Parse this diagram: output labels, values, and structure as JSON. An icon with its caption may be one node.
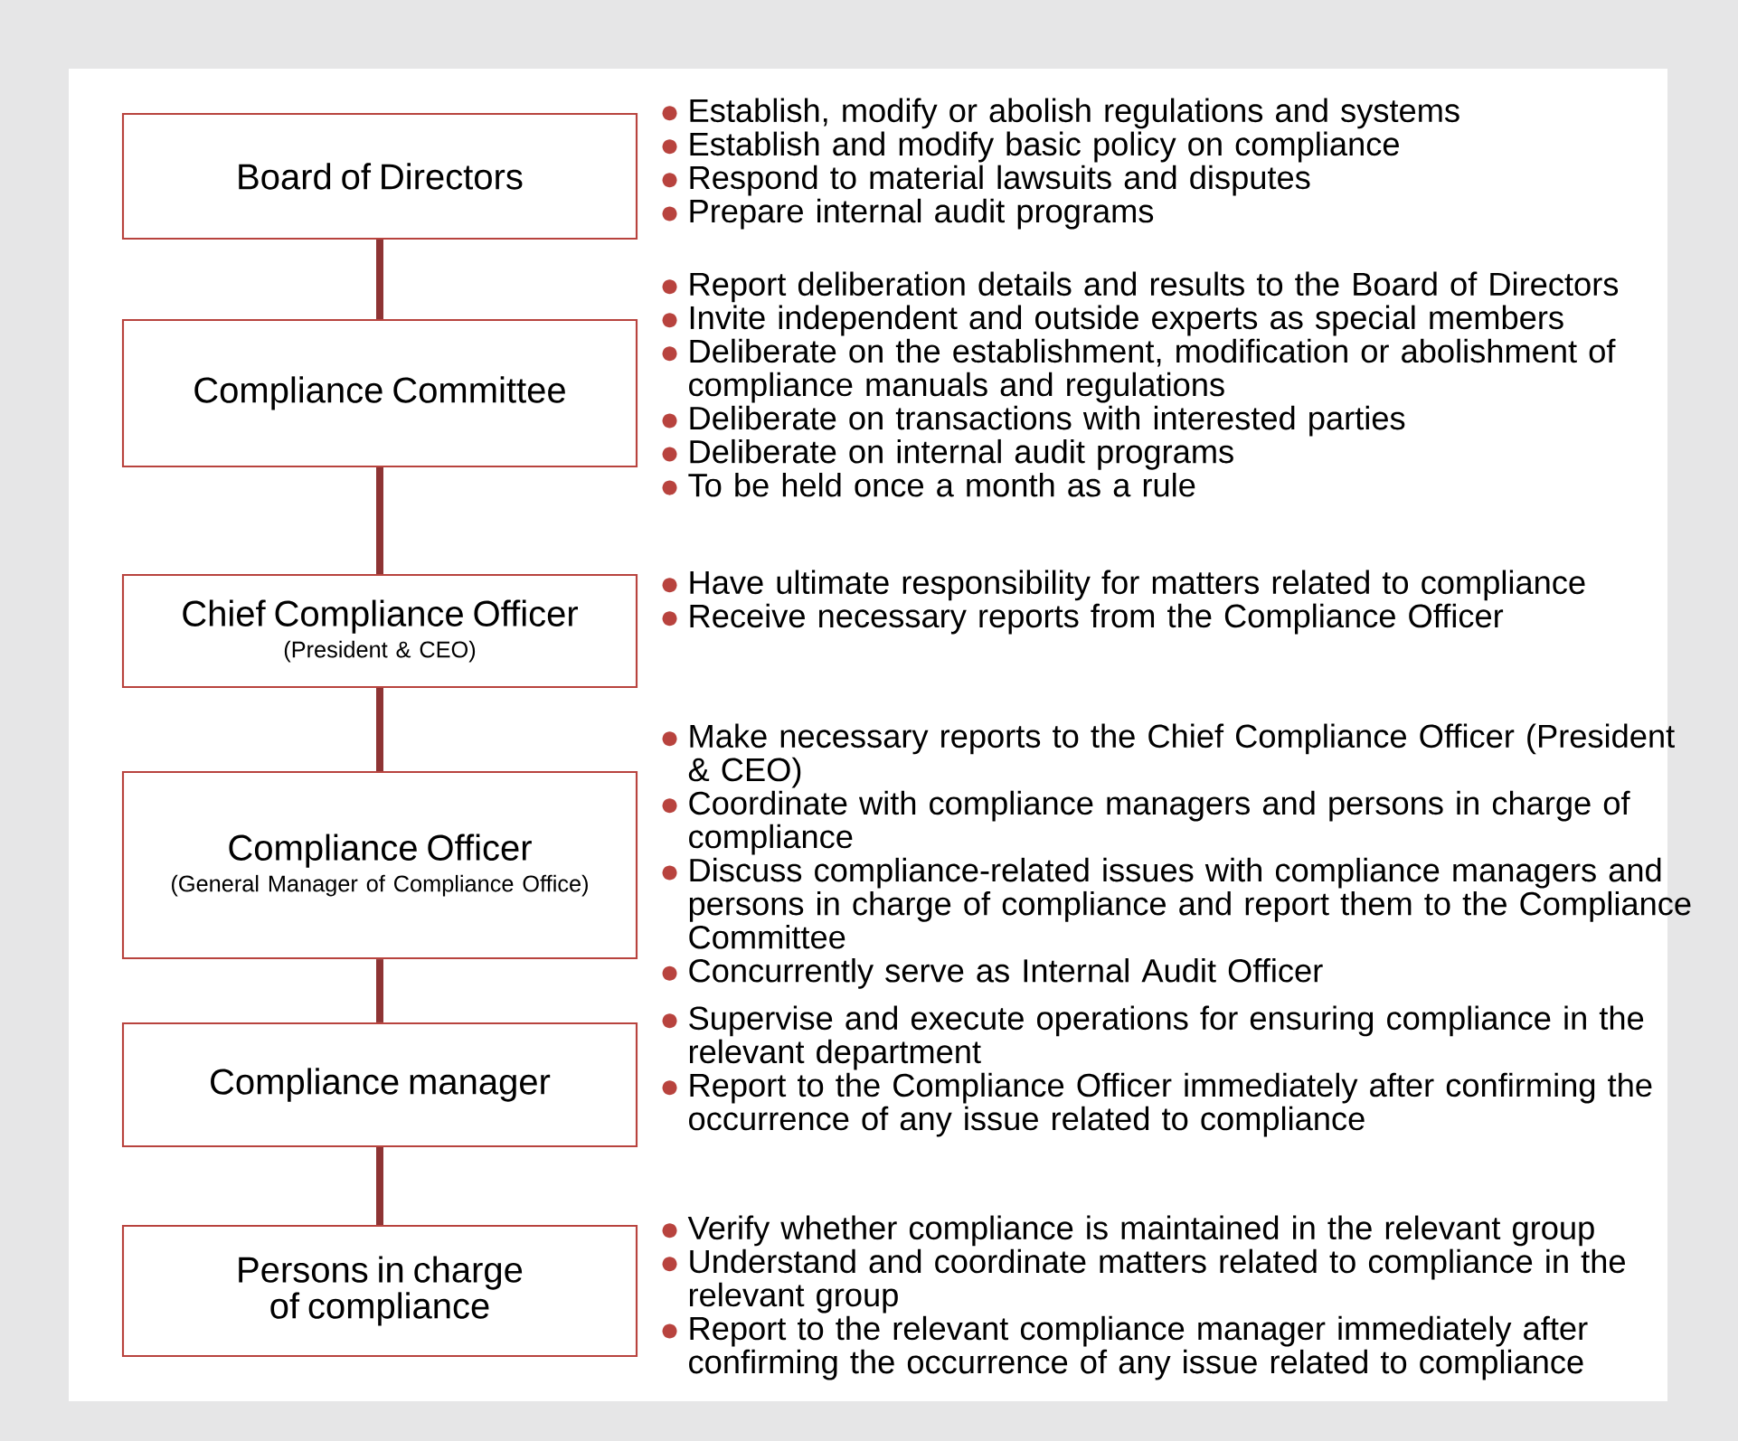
{
  "diagram": {
    "nodes": [
      {
        "text": [
          "Board of Directors"
        ],
        "beside": [
          "Establish, modify or abolish regulations and systems",
          "Establish and modify basic policy on compliance",
          "Respond to material lawsuits and disputes",
          "Prepare internal audit programs"
        ]
      },
      {
        "text": [
          "Compliance Committee"
        ],
        "beside": [
          "Report deliberation details and results to the Board of Directors",
          "Invite independent and outside experts as special members",
          "Deliberate on the establishment, modification or abolishment of compliance manuals and regulations",
          "Deliberate on transactions with interested parties",
          "Deliberate on internal audit programs",
          "To be held once a month as a rule"
        ]
      },
      {
        "text": [
          "Chief Compliance Officer",
          "(President & CEO)"
        ],
        "beside": [
          "Have ultimate responsibility for matters related to compliance",
          "Receive necessary reports from the Compliance Officer"
        ]
      },
      {
        "text": [
          "Compliance Officer",
          "(General Manager of Compliance Office)"
        ],
        "beside": [
          "Make necessary reports to the Chief Compliance Officer (President & CEO)",
          "Coordinate with compliance managers and persons in charge of compliance",
          "Discuss compliance-related issues with compliance managers and persons in charge of compliance and report them to the Compliance Committee",
          "Concurrently serve as Internal Audit Officer"
        ]
      },
      {
        "text": [
          "Compliance manager"
        ],
        "beside": [
          "Supervise and execute operations for ensuring compliance in the relevant department",
          "Report to the Compliance Officer immediately after confirming the occurrence of any issue related to compliance"
        ]
      },
      {
        "text": [
          "Persons in charge of compliance"
        ],
        "beside": [
          "Verify whether compliance is maintained in the relevant group",
          "Understand and coordinate matters related to compliance in the relevant group",
          "Report to the relevant compliance manager immediately after confirming the occurrence of any issue related to compliance"
        ]
      }
    ],
    "edges": [
      {
        "from": 0,
        "to": 1,
        "arrow": "none"
      },
      {
        "from": 1,
        "to": 2,
        "arrow": "none"
      },
      {
        "from": 2,
        "to": 3,
        "arrow": "none"
      },
      {
        "from": 3,
        "to": 4,
        "arrow": "none"
      },
      {
        "from": 4,
        "to": 5,
        "arrow": "none"
      }
    ]
  }
}
